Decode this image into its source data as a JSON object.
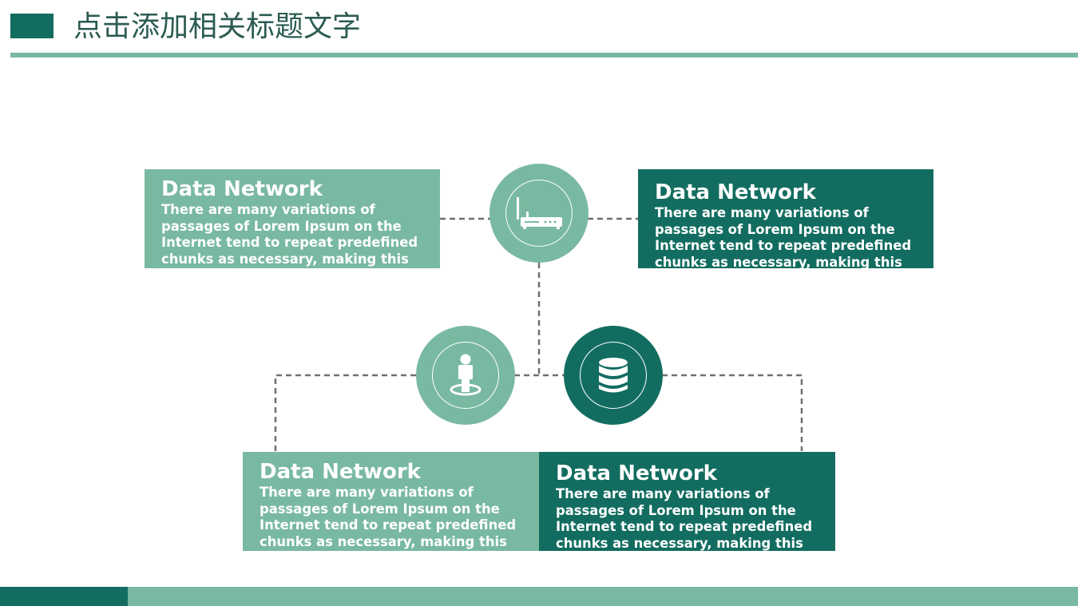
{
  "header": {
    "title": "点击添加相关标题文字"
  },
  "colors": {
    "dark": "#126d60",
    "light": "#79b9a1",
    "connector": "#707070"
  },
  "cards": [
    {
      "title": "Data Network",
      "body": "There are many variations of passages of Lorem Ipsum on the Internet tend to repeat predefined chunks as necessary, making this"
    },
    {
      "title": "Data Network",
      "body": "There are many variations of passages of Lorem Ipsum on the Internet tend to repeat predefined chunks as necessary, making this"
    },
    {
      "title": "Data Network",
      "body": "There are many variations of passages of Lorem Ipsum on the Internet tend to repeat predefined chunks as necessary, making this"
    },
    {
      "title": "Data Network",
      "body": "There are many variations of passages of Lorem Ipsum on the Internet tend to repeat predefined chunks as necessary, making this"
    }
  ],
  "icons": {
    "top": "router-icon",
    "left": "person-icon",
    "right": "database-icon"
  }
}
